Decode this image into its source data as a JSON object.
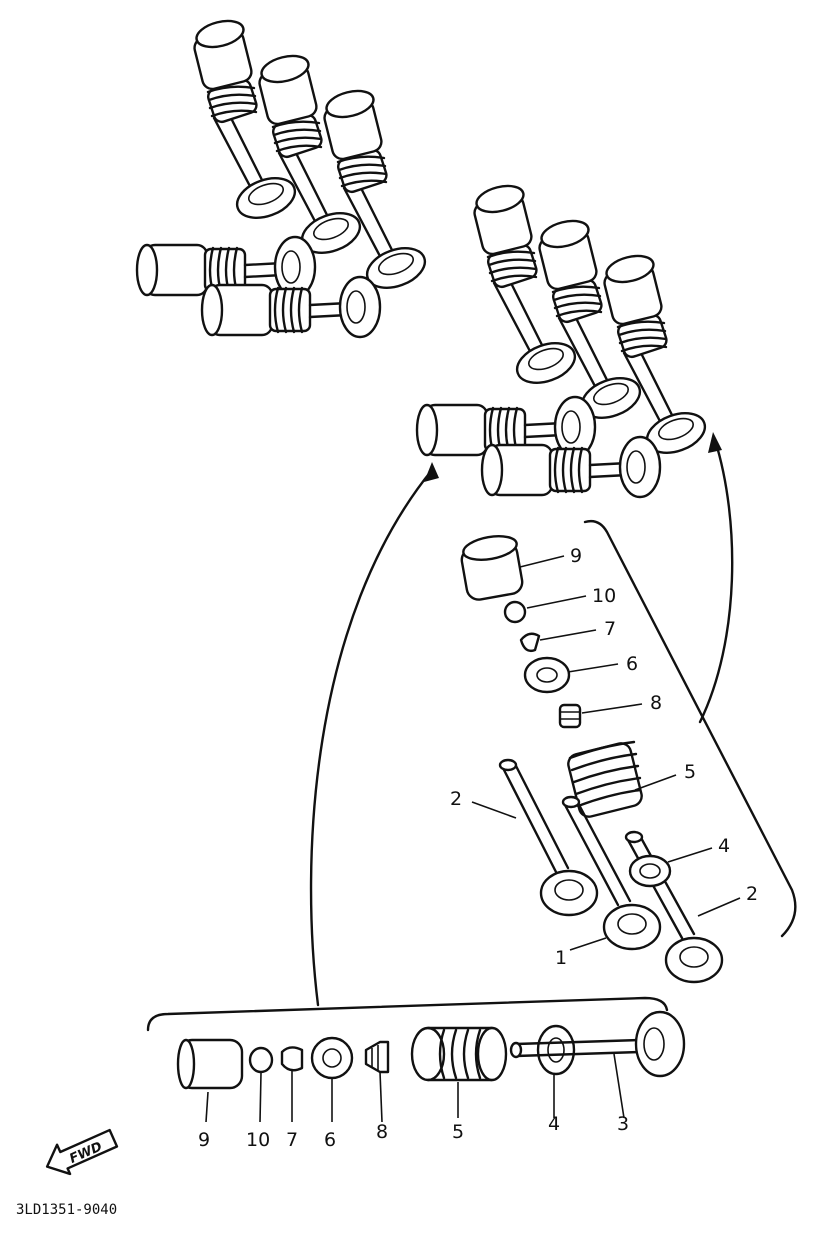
{
  "diagram": {
    "callouts_cluster": [
      "9",
      "10",
      "7",
      "6",
      "8",
      "5",
      "2",
      "4",
      "1",
      "2"
    ],
    "callouts_row": [
      "9",
      "10",
      "7",
      "6",
      "8",
      "5",
      "4",
      "3"
    ],
    "fwd_label": "FWD",
    "part_code": "3LD1351-9040"
  }
}
